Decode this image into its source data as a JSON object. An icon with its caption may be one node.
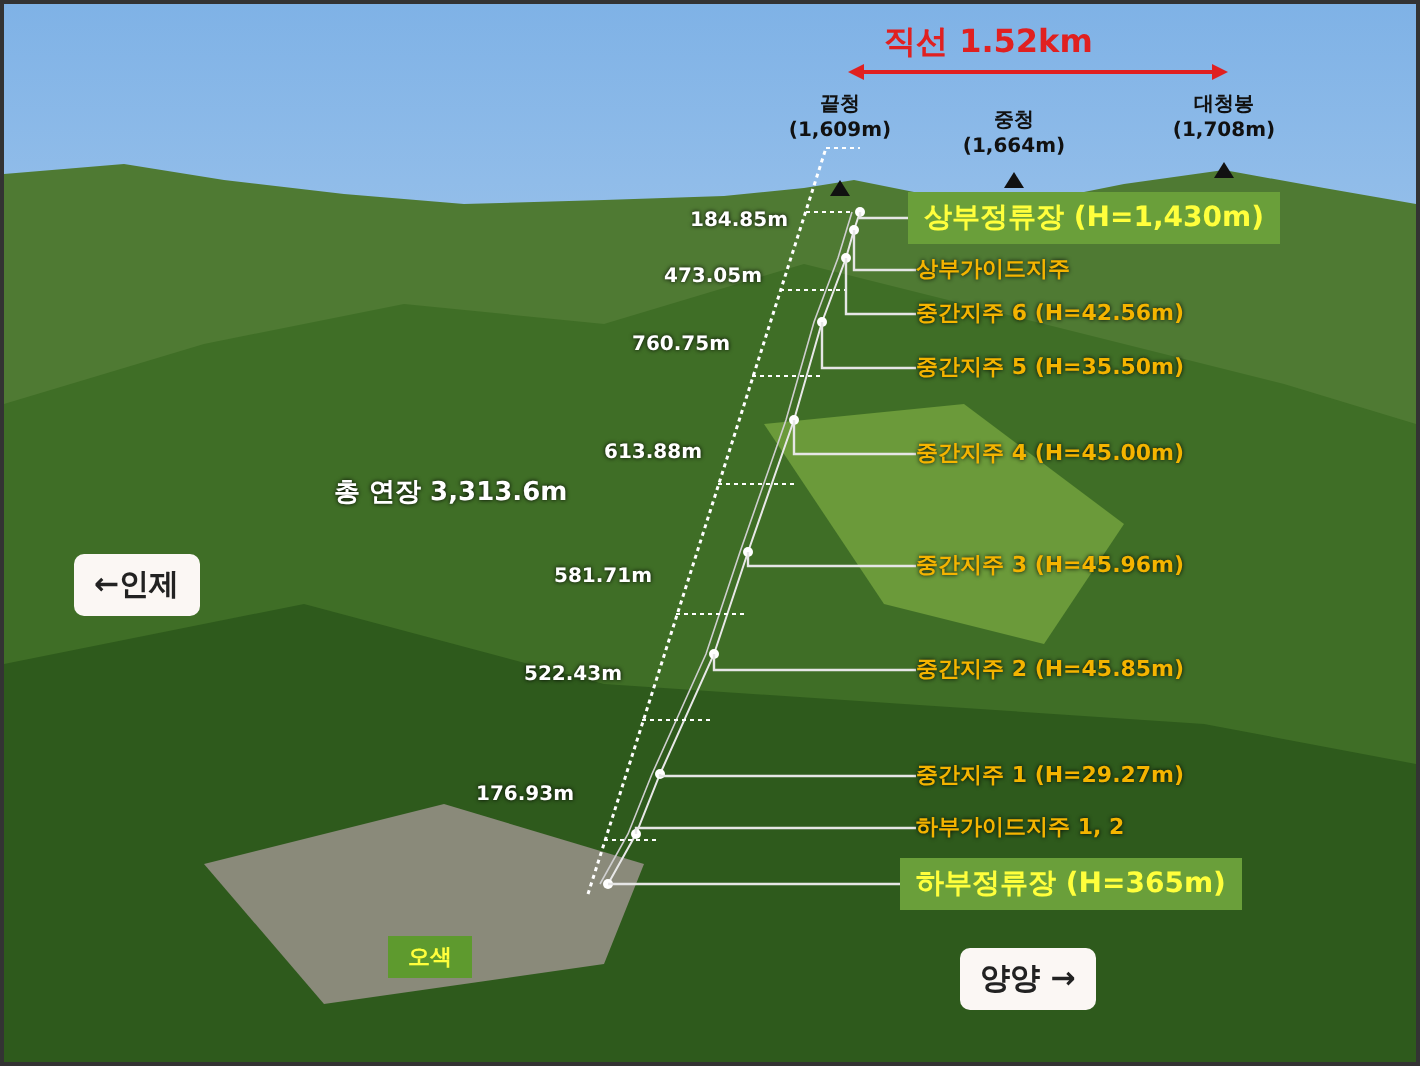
{
  "diagram": {
    "nodes": [
      {
        "text": [
          "상부정류장 (H=1,430m)"
        ]
      },
      {
        "text": [
          "상부가이드지주"
        ]
      },
      {
        "text": [
          "중간지주 6 (H=42.56m)"
        ]
      },
      {
        "text": [
          "중간지주 5 (H=35.50m)"
        ]
      },
      {
        "text": [
          "중간지주 4 (H=45.00m)"
        ]
      },
      {
        "text": [
          "중간지주 3 (H=45.96m)"
        ]
      },
      {
        "text": [
          "←인제"
        ]
      },
      {
        "text": [
          "중간지주 2 (H=45.85m)"
        ]
      },
      {
        "text": [
          "중간지주 1 (H=29.27m)"
        ]
      },
      {
        "text": [
          "하부가이드지주 1, 2"
        ]
      },
      {
        "text": [
          "하부정류장 (H=365m)"
        ]
      },
      {
        "text": [
          "오색"
        ]
      },
      {
        "text": [
          "양양 →"
        ]
      }
    ],
    "edges": [
      {
        "from": 0,
        "to": null,
        "arrow": "none"
      },
      {
        "from": 1,
        "to": null,
        "arrow": "none"
      },
      {
        "from": 2,
        "to": null,
        "arrow": "none"
      },
      {
        "from": 3,
        "to": null,
        "arrow": "none"
      },
      {
        "from": 4,
        "to": null,
        "arrow": "none"
      },
      {
        "from": 5,
        "to": null,
        "arrow": "none"
      },
      {
        "from": 7,
        "to": null,
        "arrow": "none"
      },
      {
        "from": 8,
        "to": null,
        "arrow": "none"
      },
      {
        "from": 9,
        "to": null,
        "arrow": "none"
      },
      {
        "from": 10,
        "to": null,
        "arrow": "none"
      }
    ],
    "labels": [
      "직선 1.52km",
      "끝청 (1,609m)",
      "중청 (1,664m)",
      "대청봉 (1,708m)",
      "184.85m",
      "473.05m",
      "760.75m",
      "613.88m",
      "총 연장 3,313.6m",
      "581.71m",
      "522.43m",
      "176.93m"
    ]
  }
}
